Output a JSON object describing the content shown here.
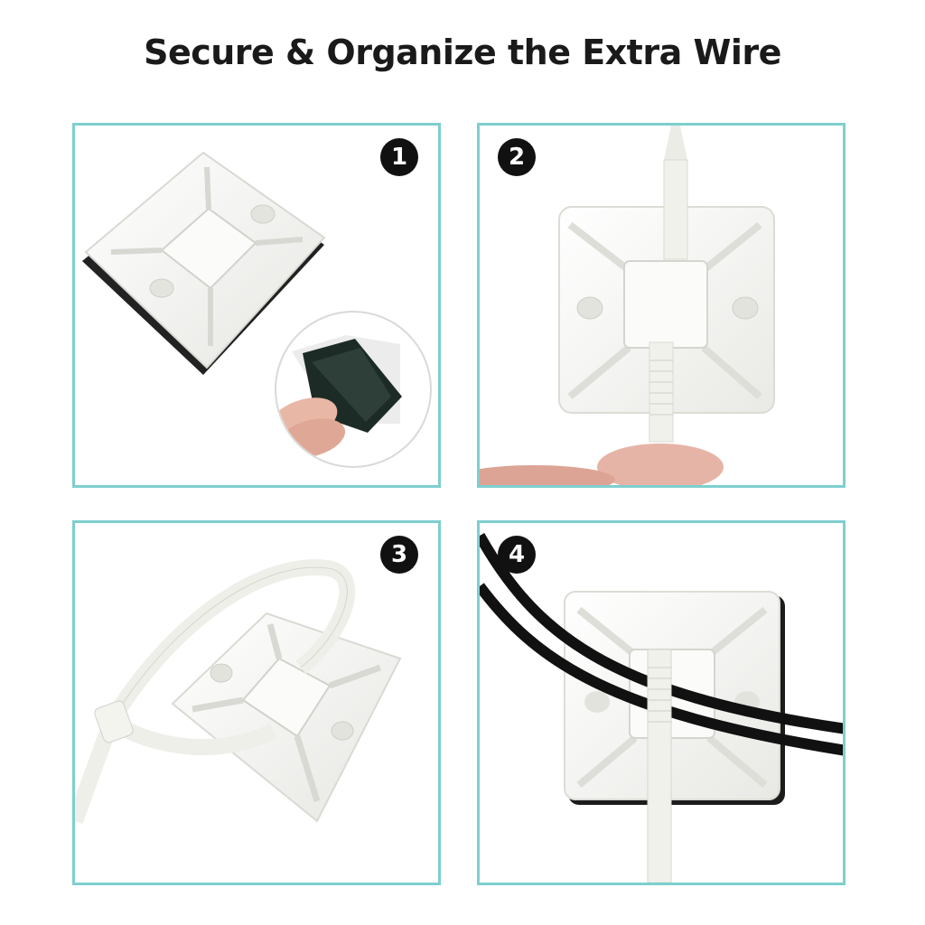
{
  "title": "Secure & Organize the Extra Wire",
  "colors": {
    "panel_border": "#7ecfcf",
    "badge_bg": "#111111",
    "mount_white": "#f6f6f4"
  },
  "steps": [
    {
      "number": "1"
    },
    {
      "number": "2"
    },
    {
      "number": "3"
    },
    {
      "number": "4"
    }
  ]
}
